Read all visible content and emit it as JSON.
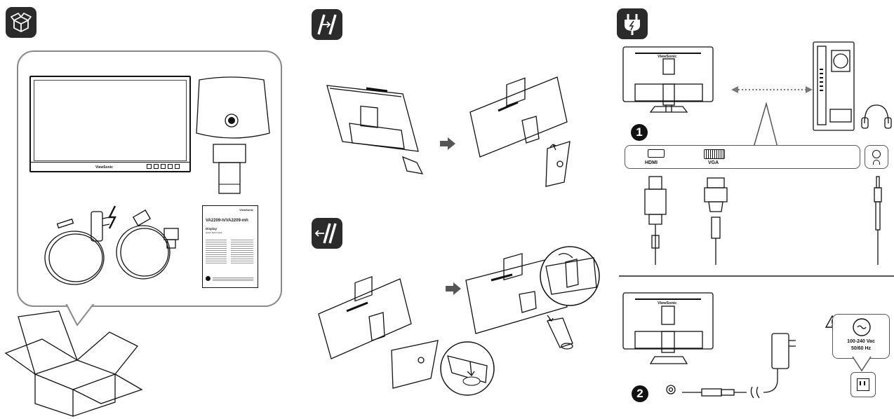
{
  "page": {
    "icons": {
      "box": "open-box-icon",
      "assemble": "stand-attach-icon",
      "detach": "stand-detach-icon",
      "power": "power-plug-icon",
      "warning": "warning-triangle-icon"
    }
  },
  "contents": {
    "monitor_brand": "ViewSonic",
    "guide_brand": "ViewSonic",
    "guide_title": "VA2209-h/VA2209-mh",
    "guide_subtitle": "Display",
    "guide_small": "Quick Start Guide"
  },
  "connections": {
    "monitor_brand": "ViewSonic",
    "step1": "1",
    "step2": "2",
    "ports": {
      "hdmi": "HDMI",
      "vga": "VGA"
    }
  },
  "power": {
    "monitor_brand": "ViewSonic",
    "voltage": "100-240 Vac",
    "frequency": "50/60 Hz"
  }
}
